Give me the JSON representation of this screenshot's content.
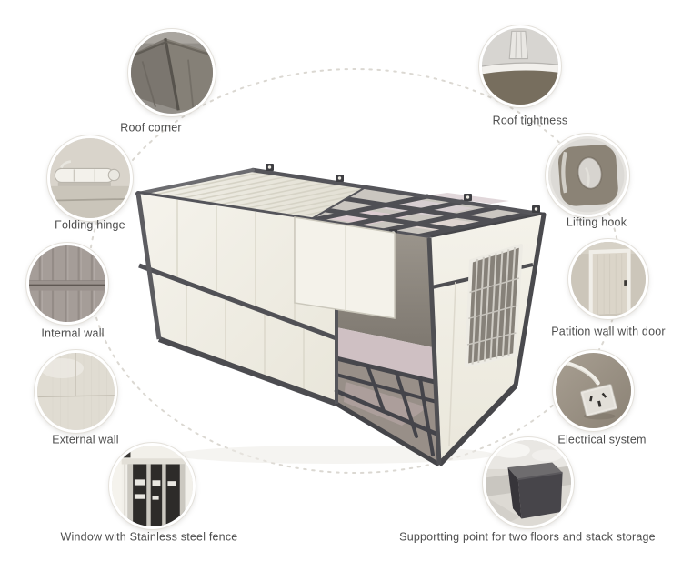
{
  "diagram": {
    "subject": "folding container house cutaway",
    "background": "#ffffff",
    "arc_color": "#dbd8d2",
    "label_color": "#4d4d4d",
    "frame_color": "#4f4f54",
    "wall_color": "#f2f0e8",
    "floor_pink": "#cfc0c3"
  },
  "callouts": [
    {
      "id": "roof-corner",
      "label": "Roof corner"
    },
    {
      "id": "folding-hinge",
      "label": "Folding hinge"
    },
    {
      "id": "internal-wall",
      "label": "Internal wall"
    },
    {
      "id": "external-wall",
      "label": "External wall"
    },
    {
      "id": "window-fence",
      "label": "Window with Stainless steel fence"
    },
    {
      "id": "roof-tightness",
      "label": "Roof tightness"
    },
    {
      "id": "lifting-hook",
      "label": "Lifting hook"
    },
    {
      "id": "partition-door",
      "label": "Patition wall with door"
    },
    {
      "id": "electrical-system",
      "label": "Electrical system"
    },
    {
      "id": "supporting-point",
      "label": "Supportting point for two floors and stack storage"
    }
  ]
}
